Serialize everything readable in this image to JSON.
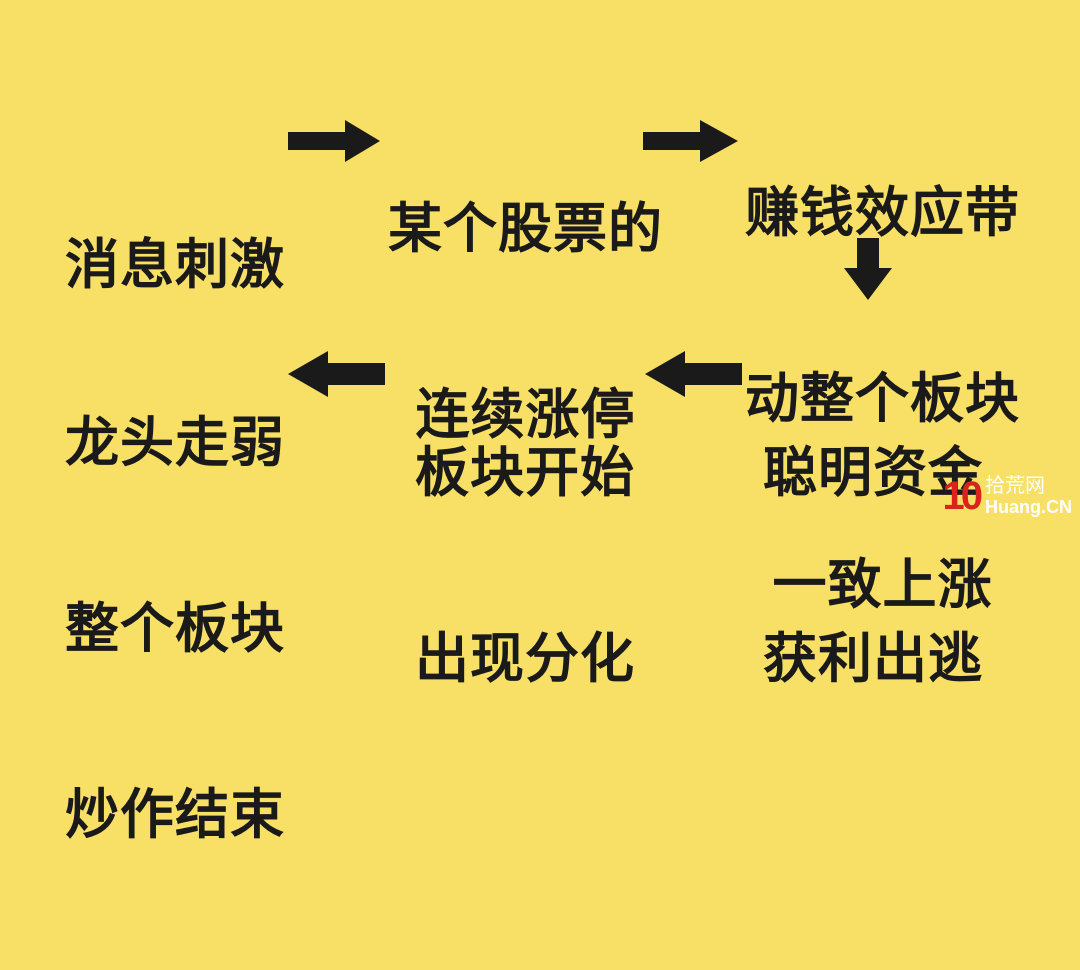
{
  "nodes": [
    {
      "id": "n1",
      "lines": [
        "消息刺激"
      ]
    },
    {
      "id": "n2",
      "lines": [
        "某个股票的",
        "连续涨停"
      ]
    },
    {
      "id": "n3",
      "lines": [
        "赚钱效应带",
        "动整个板块",
        "一致上涨"
      ]
    },
    {
      "id": "n4",
      "lines": [
        "聪明资金",
        "获利出逃"
      ]
    },
    {
      "id": "n5",
      "lines": [
        "板块开始",
        "出现分化"
      ]
    },
    {
      "id": "n6",
      "lines": [
        "龙头走弱",
        "整个板块",
        "炒作结束"
      ]
    }
  ],
  "edges": [
    {
      "from": "n1",
      "to": "n2"
    },
    {
      "from": "n2",
      "to": "n3"
    },
    {
      "from": "n3",
      "to": "n4"
    },
    {
      "from": "n4",
      "to": "n5"
    },
    {
      "from": "n5",
      "to": "n6"
    }
  ],
  "watermark": {
    "logo": "10",
    "cn": "拾荒网",
    "en": "Huang.CN"
  },
  "colors": {
    "background": "#f8e066",
    "text": "#1a1a1a",
    "arrow": "#1a1a1a",
    "logo": "#d9241e"
  }
}
